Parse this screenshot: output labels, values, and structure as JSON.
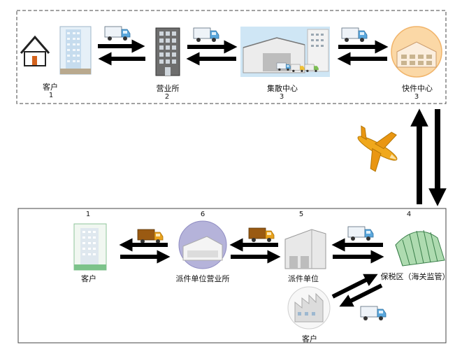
{
  "top_row": {
    "customer": {
      "label": "客户",
      "num": "1"
    },
    "sales_office": {
      "label": "营业所",
      "num": "2"
    },
    "distribution_center": {
      "label": "集散中心",
      "num": "3"
    },
    "express_center": {
      "label": "快件中心",
      "num": "3"
    }
  },
  "bottom_row": {
    "customer": {
      "label": "客户",
      "num": "1"
    },
    "delivery_sales_office": {
      "label": "派件单位营业所",
      "num": "6"
    },
    "delivery_unit": {
      "label": "派件单位",
      "num": "5"
    },
    "bonded_zone": {
      "label": "保税区（海关监管）",
      "num": "4"
    },
    "customer_alt": {
      "label": "客户"
    }
  },
  "colors": {
    "arrow": "#000000",
    "border": "#444444",
    "truck_blue": "#5aa7dc",
    "truck_orange": "#e8a21c",
    "plane": "#f0a81c"
  }
}
